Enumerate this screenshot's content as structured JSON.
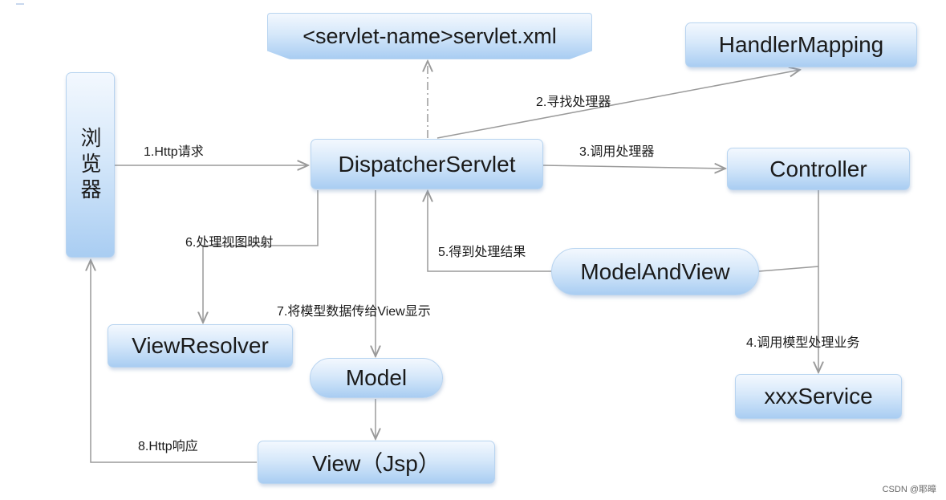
{
  "nodes": {
    "servlet_xml": "<servlet-name>servlet.xml",
    "handler_mapping": "HandlerMapping",
    "browser": "浏览器",
    "dispatcher": "DispatcherServlet",
    "controller": "Controller",
    "model_and_view": "ModelAndView",
    "view_resolver": "ViewResolver",
    "model": "Model",
    "xxx_service": "xxxService",
    "view_jsp": "View（Jsp）"
  },
  "edges": {
    "e1": "1.Http请求",
    "e2": "2.寻找处理器",
    "e3": "3.调用处理器",
    "e4": "4.调用模型处理业务",
    "e5": "5.得到处理结果",
    "e6": "6.处理视图映射",
    "e7": "7.将模型数据传给View显示",
    "e8": "8.Http响应"
  },
  "watermark": "CSDN @耶暲",
  "colors": {
    "node_top": "#f3f8fe",
    "node_bottom": "#a9cdf2",
    "line": "#9a9a9a"
  }
}
